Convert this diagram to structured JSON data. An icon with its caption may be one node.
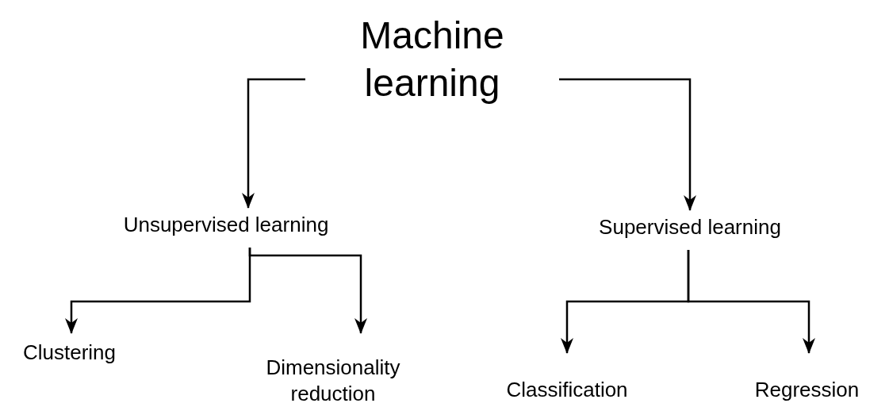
{
  "diagram": {
    "nodes": [
      {
        "text": [
          "Machine learning"
        ]
      },
      {
        "text": [
          "Unsupervised learning"
        ]
      },
      {
        "text": [
          "Supervised learning"
        ]
      },
      {
        "text": [
          "Clustering"
        ]
      },
      {
        "text": [
          "Dimensionality reduction"
        ]
      },
      {
        "text": [
          "Classification"
        ]
      },
      {
        "text": [
          "Regression"
        ]
      }
    ],
    "edges": [
      {
        "from": 0,
        "to": 1,
        "arrow": "to"
      },
      {
        "from": 0,
        "to": 2,
        "arrow": "to"
      },
      {
        "from": 1,
        "to": 3,
        "arrow": "to"
      },
      {
        "from": 1,
        "to": 4,
        "arrow": "to"
      },
      {
        "from": 2,
        "to": 5,
        "arrow": "to"
      },
      {
        "from": 2,
        "to": 6,
        "arrow": "to"
      }
    ]
  }
}
